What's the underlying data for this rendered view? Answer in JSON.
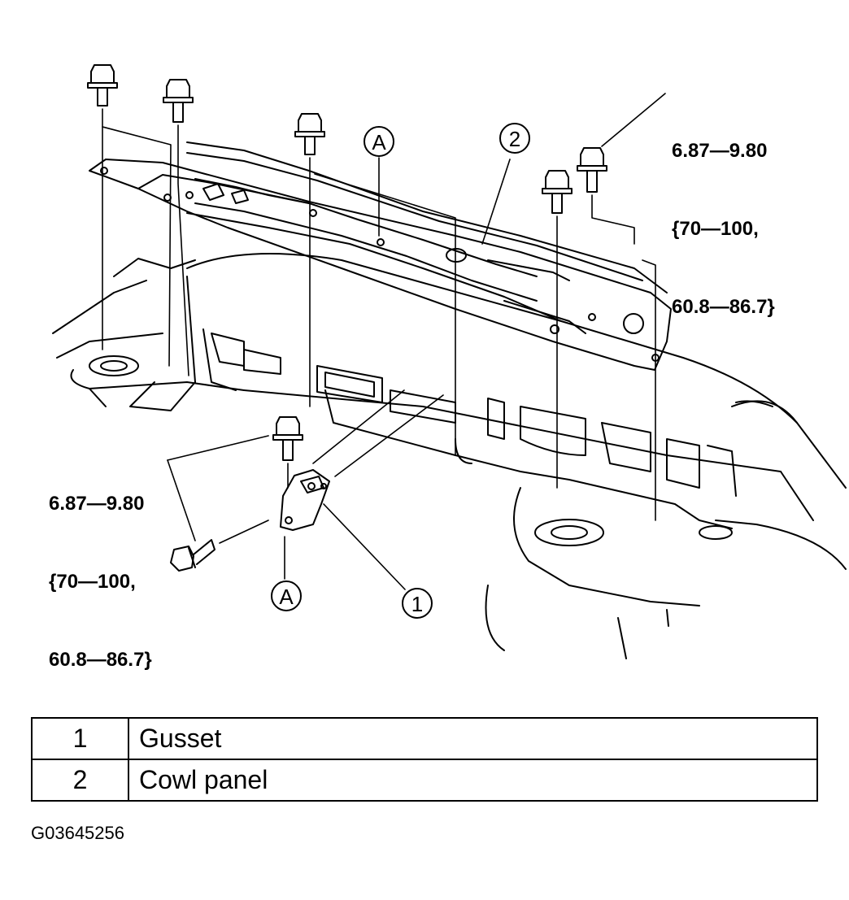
{
  "torque_specs": {
    "right": {
      "line1": "6.87—9.80",
      "line2": "{70—100,",
      "line3": "60.8—86.7}"
    },
    "left": {
      "line1": "6.87—9.80",
      "line2": "{70—100,",
      "line3": "60.8—86.7}"
    }
  },
  "callouts": {
    "a_top": "A",
    "a_bottom": "A",
    "item_1": "1",
    "item_2": "2"
  },
  "legend": {
    "rows": [
      {
        "number": "1",
        "name": "Gusset"
      },
      {
        "number": "2",
        "name": "Cowl panel"
      }
    ]
  },
  "figure_id": "G03645256"
}
